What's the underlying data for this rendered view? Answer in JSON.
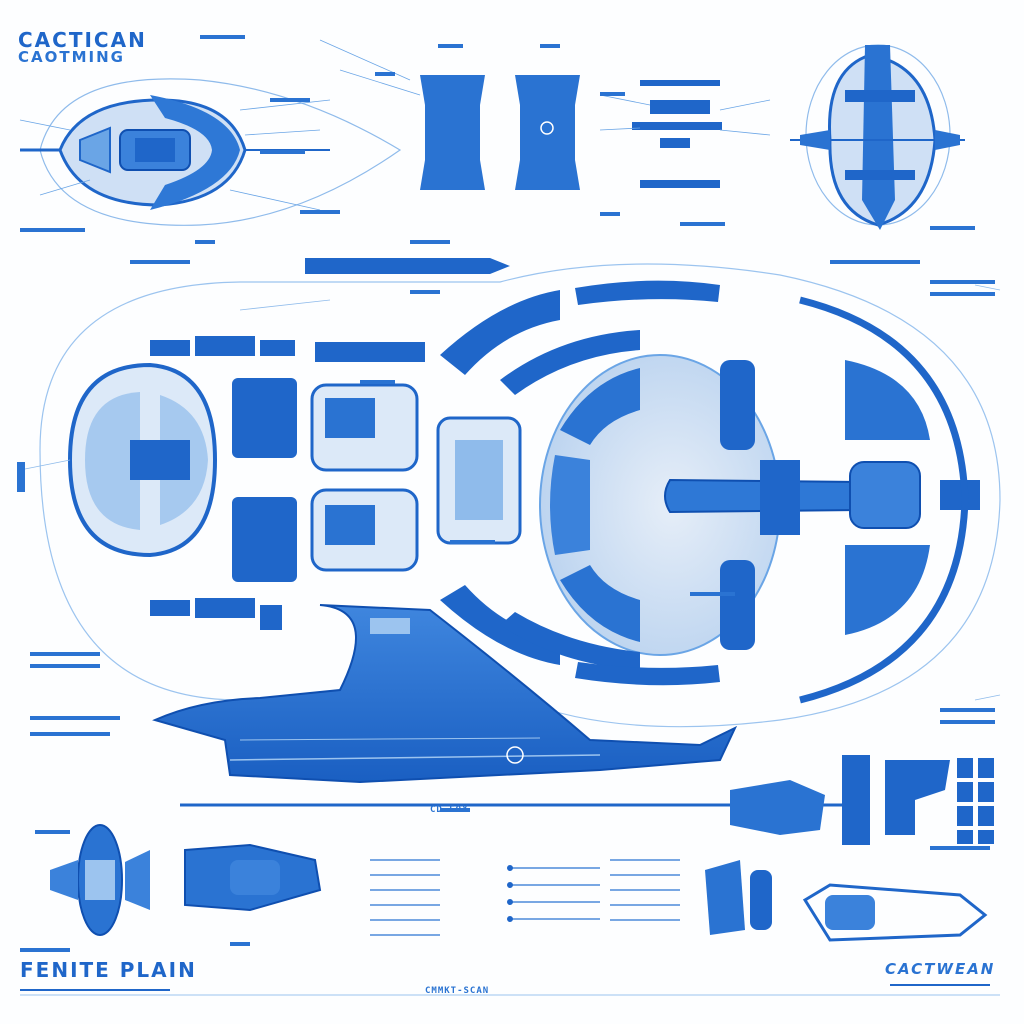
{
  "sheet": {
    "top_left_title_1": "CACTICAN",
    "top_left_title_2": "CAOTMING",
    "bottom_left_title": "FENITE PLAIN",
    "bottom_right_mark": "CACTWEAN",
    "bottom_center_mark": "CMMKT-SCAN",
    "mid_scale_label": "CD FOX"
  },
  "colors": {
    "primary": "#1f66c9",
    "deep": "#0f4fb0",
    "light": "#9cc4ef",
    "pale": "#dce9f8",
    "line": "#6aa5e6"
  }
}
